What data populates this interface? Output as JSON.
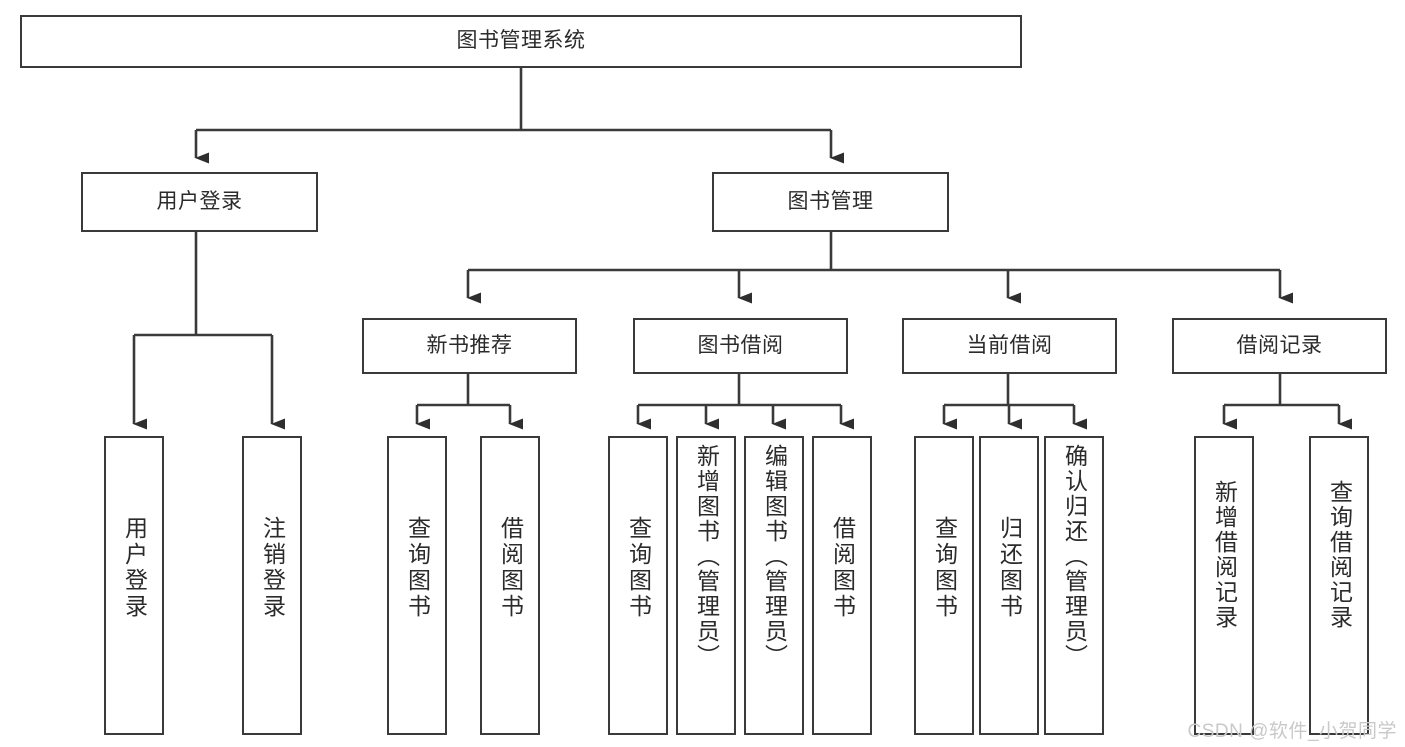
{
  "diagram": {
    "title": "图书管理系统",
    "type": "tree",
    "root": {
      "label": "图书管理系统"
    },
    "level1": [
      {
        "id": "user-login",
        "label": "用户登录"
      },
      {
        "id": "book-manage",
        "label": "图书管理"
      }
    ],
    "level2": [
      {
        "id": "new-book-recommend",
        "label": "新书推荐",
        "parent": "book-manage"
      },
      {
        "id": "book-borrow",
        "label": "图书借阅",
        "parent": "book-manage"
      },
      {
        "id": "current-borrow",
        "label": "当前借阅",
        "parent": "book-manage"
      },
      {
        "id": "borrow-record",
        "label": "借阅记录",
        "parent": "book-manage"
      }
    ],
    "leaves": [
      {
        "id": "leaf-user-login",
        "label": "用户登录",
        "parent": "user-login"
      },
      {
        "id": "leaf-logout-login",
        "label": "注销登录",
        "parent": "user-login"
      },
      {
        "id": "leaf-query-book-1",
        "label": "查询图书",
        "parent": "new-book-recommend"
      },
      {
        "id": "leaf-borrow-book-1",
        "label": "借阅图书",
        "parent": "new-book-recommend"
      },
      {
        "id": "leaf-query-book-2",
        "label": "查询图书",
        "parent": "book-borrow"
      },
      {
        "id": "leaf-add-book",
        "label": "新增图书（管理员）",
        "parent": "book-borrow"
      },
      {
        "id": "leaf-edit-book",
        "label": "编辑图书（管理员）",
        "parent": "book-borrow"
      },
      {
        "id": "leaf-borrow-book-2",
        "label": "借阅图书",
        "parent": "book-borrow"
      },
      {
        "id": "leaf-query-book-3",
        "label": "查询图书",
        "parent": "current-borrow"
      },
      {
        "id": "leaf-return-book",
        "label": "归还图书",
        "parent": "current-borrow"
      },
      {
        "id": "leaf-confirm-return",
        "label": "确认归还（管理员）",
        "parent": "current-borrow"
      },
      {
        "id": "leaf-add-record",
        "label": "新增借阅记录",
        "parent": "borrow-record"
      },
      {
        "id": "leaf-query-record",
        "label": "查询借阅记录",
        "parent": "borrow-record"
      }
    ],
    "colors": {
      "stroke": "#3a3a3a",
      "text": "#2b2b2b",
      "background": "#ffffff",
      "watermark": "#c9c9c9"
    }
  },
  "watermark": {
    "text": "CSDN @软件_小贺同学"
  }
}
